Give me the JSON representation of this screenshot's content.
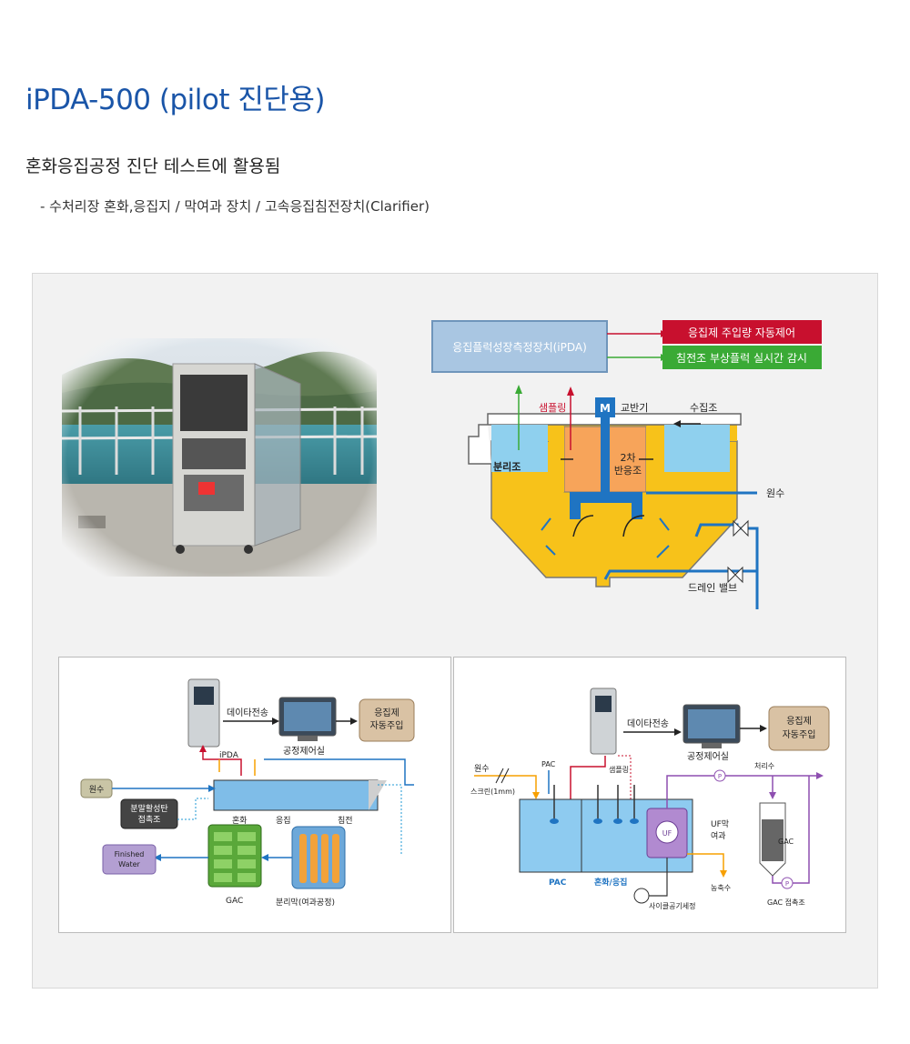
{
  "header": {
    "title": "iPDA-500 (pilot 진단용)",
    "subtitle": "혼화응집공정 진단 테스트에 활용됨",
    "bullet": "- 수처리장 혼화,응집지 / 막여과 장치 / 고속응집침전장치(Clarifier)"
  },
  "top_diagram": {
    "device_label": "응집플럭성장측정장치(iPDA)",
    "output_red": "응집제 주입량 자동제어",
    "output_green": "침전조 부상플럭 실시간 감시",
    "sampling": "샘플링",
    "motor": "M",
    "agitator": "교반기",
    "collection_tank": "수집조",
    "separation_tank": "분리조",
    "reaction_tank_line1": "2차",
    "reaction_tank_line2": "반응조",
    "raw_water": "원수",
    "drain_valve": "드레인 밸브"
  },
  "left_diagram": {
    "data_transfer": "데이타전송",
    "control_room": "공정제어실",
    "coagulant_line1": "응집제",
    "coagulant_line2": "자동주입",
    "ipda": "iPDA",
    "raw_water": "원수",
    "pac_line1": "분말활성탄",
    "pac_line2": "접촉조",
    "mixing": "혼화",
    "coagulation": "응집",
    "sedimentation": "침전",
    "finished_line1": "Finished",
    "finished_line2": "Water",
    "gac": "GAC",
    "membrane": "분리막(여과공정)"
  },
  "right_diagram": {
    "data_transfer": "데이타전송",
    "control_room": "공정제어실",
    "coagulant_line1": "응집제",
    "coagulant_line2": "자동주입",
    "raw_water": "원수",
    "pac_top": "PAC",
    "sampling": "샘플링",
    "treated_water": "처리수",
    "screen": "스크린(1mm)",
    "uf_line1": "UF막",
    "uf_line2": "여과",
    "uf": "UF",
    "gac": "GAC",
    "pac_bottom": "PAC",
    "mixing_coag": "혼화/응집",
    "concentrate": "농축수",
    "cycle_air": "사이클공기세정",
    "gac_contact": "GAC 접촉조",
    "pump": "P"
  },
  "colors": {
    "title_blue": "#1a55a8",
    "red_box": "#c8102e",
    "green_box": "#3aaa35",
    "tank_yellow": "#f7c21a",
    "pipe_blue": "#1f74c2"
  }
}
